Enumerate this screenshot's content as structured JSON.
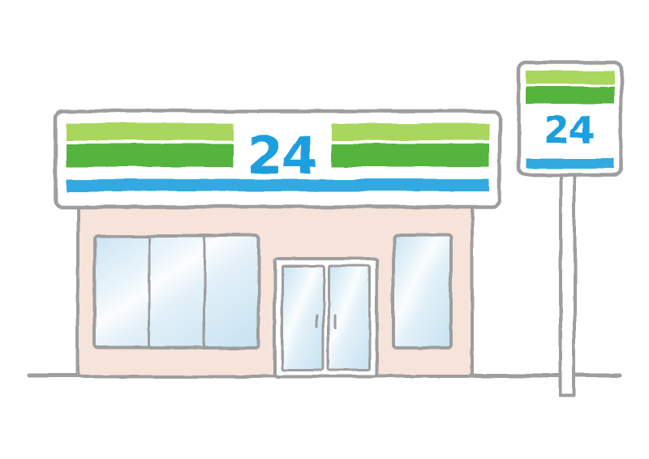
{
  "scene": {
    "subject": "Hand-drawn illustration of a 24-hour convenience store with a striped fascia sign and a roadside pole sign",
    "background": "#FFFFFF"
  },
  "storefront_sign": {
    "label": "24"
  },
  "pole_sign": {
    "label": "24"
  },
  "colors": {
    "light_green": "#A9D65D",
    "green": "#55B43E",
    "stripe_blue": "#32AAE1",
    "number_blue": "#1B9FDF",
    "wall_pink": "#F6E3DA",
    "glass_blue": "#CBE5F3",
    "glass_highlight": "#FBFDFE",
    "door_frame_white": "#FFFFFF",
    "sign_white": "#FFFFFF",
    "outline_gray": "#9E9E9E"
  }
}
